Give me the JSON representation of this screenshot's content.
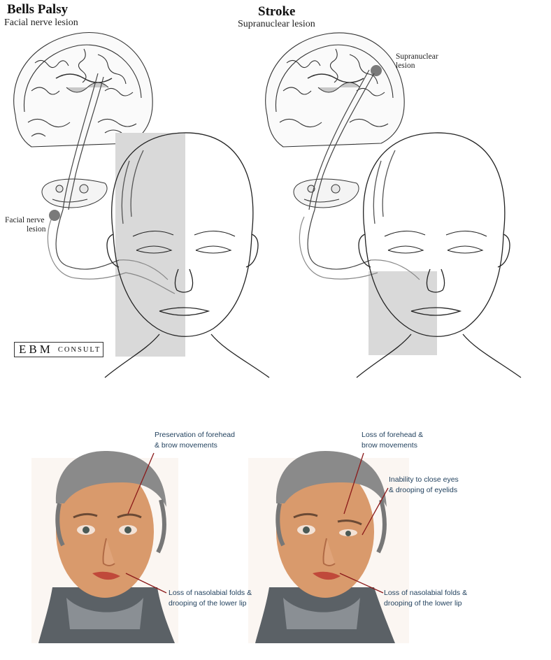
{
  "panels": {
    "bells": {
      "title": "Bells Palsy",
      "subtitle": "Facial nerve lesion",
      "lesion_label_line1": "Facial nerve",
      "lesion_label_line2": "lesion"
    },
    "stroke": {
      "title": "Stroke",
      "subtitle": "Supranuclear lesion",
      "lesion_label_line1": "Supranuclear",
      "lesion_label_line2": "lesion"
    }
  },
  "logo": {
    "primary": "EBM",
    "secondary": "CONSULT"
  },
  "annotations": {
    "left": {
      "forehead_line1": "Preservation of forehead",
      "forehead_line2": "& brow movements",
      "lip_line1": "Loss of nasolabial folds &",
      "lip_line2": "drooping of the lower lip"
    },
    "right": {
      "forehead_line1": "Loss of forehead &",
      "forehead_line2": "brow movements",
      "eyes_line1": "Inability to close eyes",
      "eyes_line2": "& drooping of eyelids",
      "lip_line1": "Loss of nasolabial folds &",
      "lip_line2": "drooping of the lower lip"
    }
  },
  "colors": {
    "shaded_region": "#d9d9d9",
    "lesion_dot": "#7a7a7a",
    "annotation_text": "#1f3f5c",
    "pointer_line": "#8b1a1a",
    "skin": "#d99a6c",
    "hair": "#8a8a8a"
  }
}
